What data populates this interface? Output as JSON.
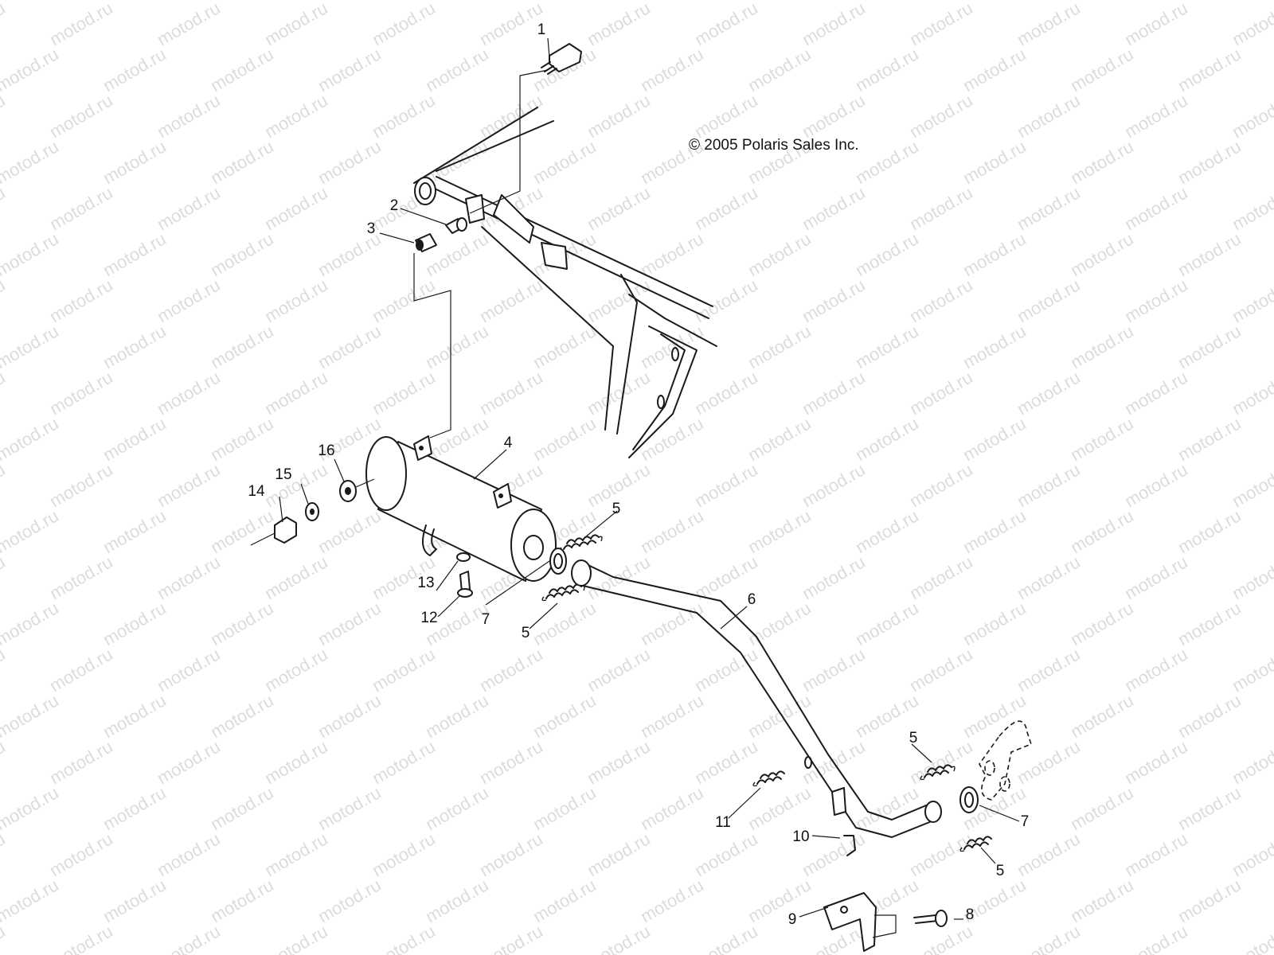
{
  "copyright": "© 2005 Polaris Sales Inc.",
  "watermark": "motod.ru",
  "callouts": [
    "1",
    "2",
    "3",
    "4",
    "5",
    "5",
    "5",
    "5",
    "6",
    "7",
    "7",
    "8",
    "9",
    "10",
    "11",
    "12",
    "13",
    "14",
    "15",
    "16"
  ],
  "colors": {
    "line": "#1a1a1a",
    "watermark": "#dcdcdc",
    "background": "#ffffff"
  }
}
